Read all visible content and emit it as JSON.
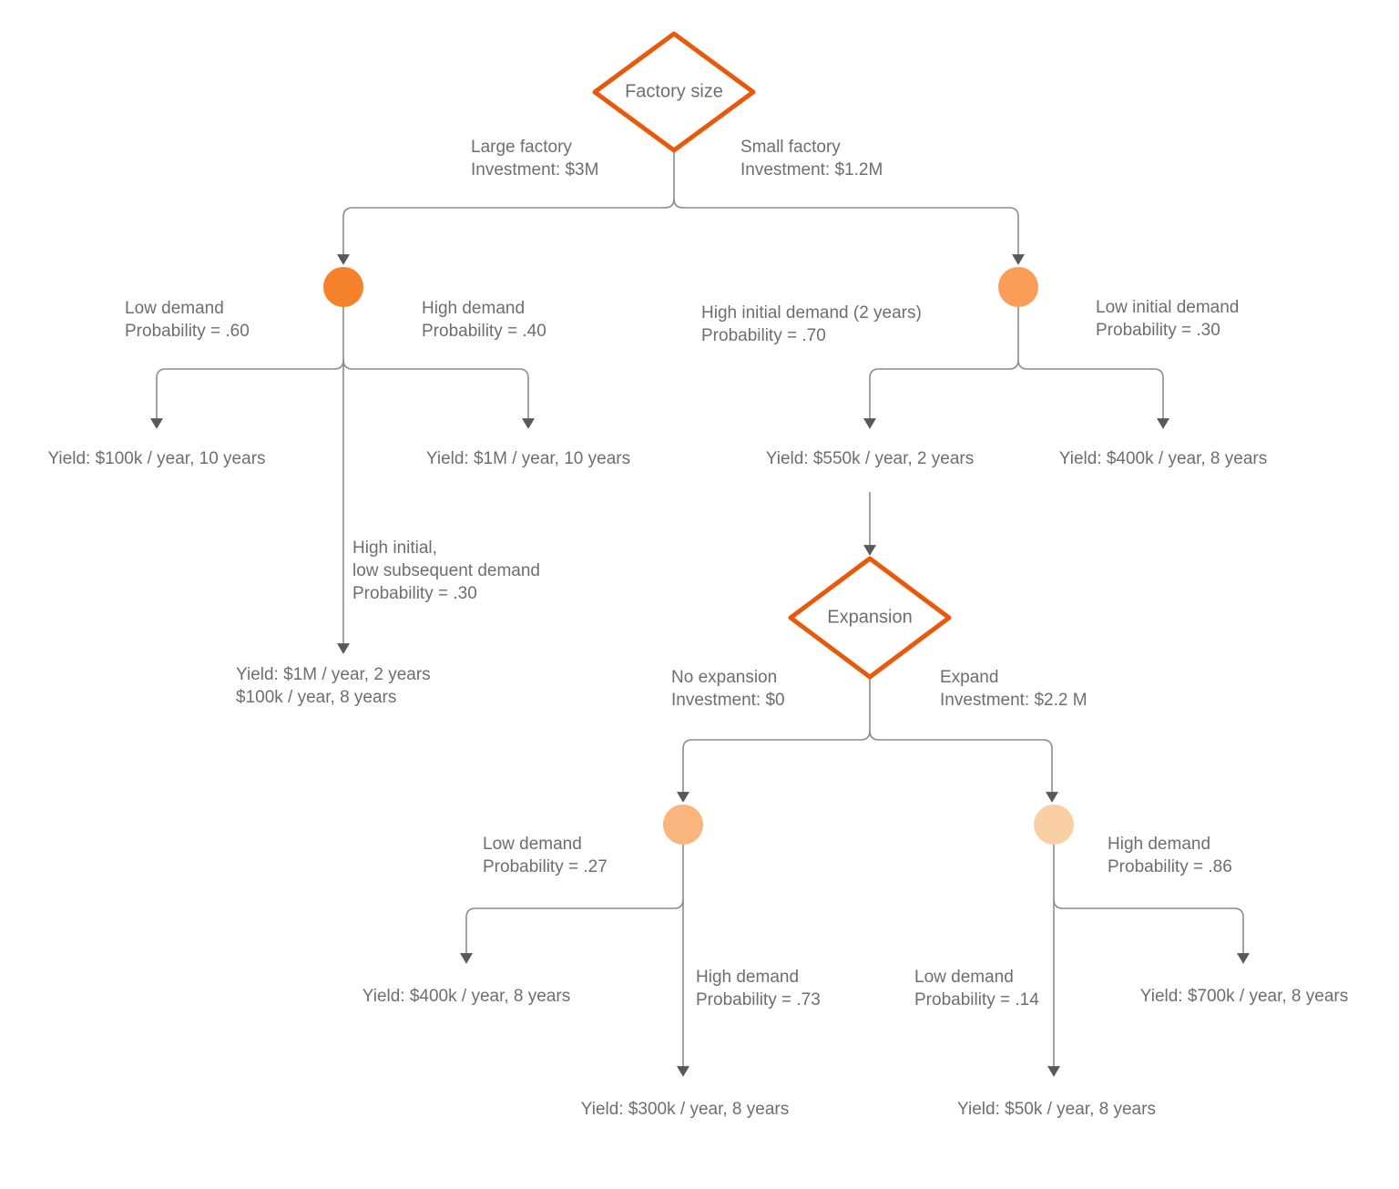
{
  "colors": {
    "background": "#ffffff",
    "decision_border": "#e8590c",
    "chance_1": "#f6832b",
    "chance_2": "#f99d58",
    "chance_3": "#fab47d",
    "chance_4": "#fbcfa4",
    "connector": "#8c8c8c",
    "arrowhead": "#595959",
    "text": "#6e6e6e"
  },
  "decisions": {
    "factory_size": "Factory size",
    "expansion": "Expansion"
  },
  "branch_labels": {
    "large_factory": {
      "line1": "Large factory",
      "line2": "Investment: $3M"
    },
    "small_factory": {
      "line1": "Small factory",
      "line2": "Investment: $1.2M"
    },
    "large_low_demand": {
      "line1": "Low demand",
      "line2": "Probability = .60"
    },
    "large_high_demand": {
      "line1": "High demand",
      "line2": "Probability = .40"
    },
    "large_mixed_demand": {
      "line1": "High initial,",
      "line2": "low subsequent demand",
      "line3": "Probability = .30"
    },
    "small_high_initial": {
      "line1": "High initial demand (2 years)",
      "line2": "Probability = .70"
    },
    "small_low_initial": {
      "line1": "Low initial demand",
      "line2": "Probability = .30"
    },
    "no_expansion": {
      "line1": "No expansion",
      "line2": "Investment: $0"
    },
    "expand": {
      "line1": "Expand",
      "line2": "Investment: $2.2 M"
    },
    "no_expansion_low_demand": {
      "line1": "Low demand",
      "line2": "Probability = .27"
    },
    "no_expansion_high_demand": {
      "line1": "High demand",
      "line2": "Probability = .73"
    },
    "expand_high_demand": {
      "line1": "High demand",
      "line2": "Probability = .86"
    },
    "expand_low_demand": {
      "line1": "Low demand",
      "line2": "Probability = .14"
    }
  },
  "outcomes": {
    "large_low": "Yield: $100k / year, 10 years",
    "large_high": "Yield: $1M / year, 10 years",
    "large_mixed": {
      "line1": "Yield: $1M / year, 2 years",
      "line2": "$100k / year, 8 years"
    },
    "small_high_initial": "Yield: $550k / year, 2 years",
    "small_low_initial": "Yield: $400k / year, 8 years",
    "no_expansion_low": "Yield: $400k / year, 8 years",
    "no_expansion_high": "Yield: $300k / year, 8 years",
    "expand_high": "Yield: $700k / year, 8 years",
    "expand_low": "Yield: $50k / year, 8 years"
  }
}
